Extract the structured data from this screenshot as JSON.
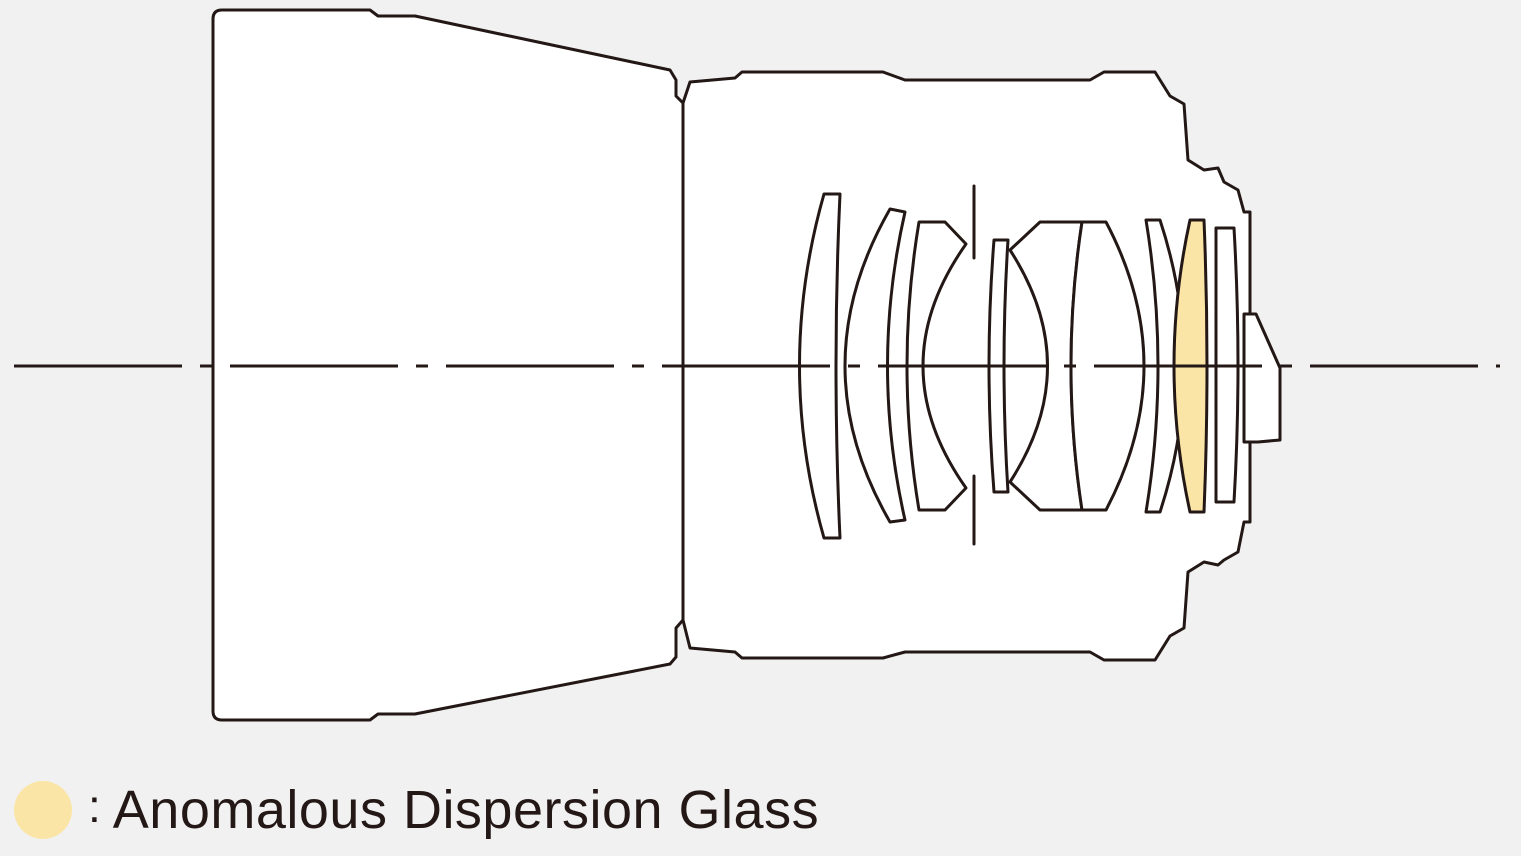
{
  "colors": {
    "background": "#f1f1f2",
    "outline": "#231815",
    "barrel_fill": "#ffffff",
    "anomalous_dispersion_glass": "#fbe5a6"
  },
  "diagram": {
    "elements": [
      {
        "name": "lens-hood",
        "kind": "barrel"
      },
      {
        "name": "lens-body",
        "kind": "barrel"
      },
      {
        "name": "optical-axis",
        "kind": "centerline"
      },
      {
        "name": "lens-element-1",
        "kind": "glass"
      },
      {
        "name": "lens-element-2",
        "kind": "glass"
      },
      {
        "name": "lens-element-3",
        "kind": "glass"
      },
      {
        "name": "aperture-stop",
        "kind": "stop"
      },
      {
        "name": "lens-element-4",
        "kind": "glass"
      },
      {
        "name": "lens-element-5",
        "kind": "glass"
      },
      {
        "name": "lens-element-6",
        "kind": "glass"
      },
      {
        "name": "lens-element-7",
        "kind": "glass"
      },
      {
        "name": "lens-element-8-anomalous-dispersion",
        "kind": "glass",
        "highlighted": true
      },
      {
        "name": "lens-element-9",
        "kind": "glass"
      },
      {
        "name": "rear-mount",
        "kind": "barrel"
      }
    ]
  },
  "legend": {
    "separator": ":",
    "label": "Anomalous Dispersion Glass"
  }
}
